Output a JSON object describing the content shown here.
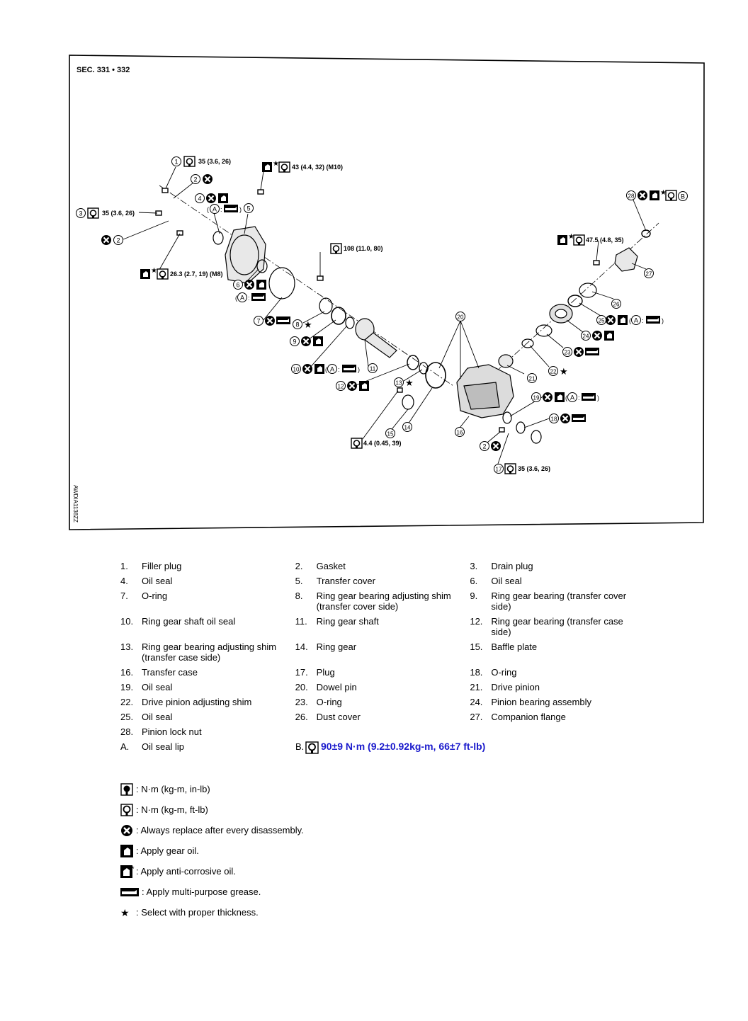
{
  "diagram": {
    "section": "SEC. 331 • 332",
    "figure_code": "AWDIA1138ZZ",
    "callouts": [
      {
        "n": "1",
        "torque": "35 (3.6, 26)"
      },
      {
        "n": "2",
        "torque": ""
      },
      {
        "n": "3",
        "torque": "35 (3.6, 26)"
      },
      {
        "n": "4",
        "torque": ""
      },
      {
        "n": "5",
        "torque": ""
      },
      {
        "n": "6",
        "torque": ""
      },
      {
        "n": "7",
        "torque": ""
      },
      {
        "n": "8",
        "torque": ""
      },
      {
        "n": "9",
        "torque": ""
      },
      {
        "n": "10",
        "torque": ""
      },
      {
        "n": "11",
        "torque": ""
      },
      {
        "n": "12",
        "torque": ""
      },
      {
        "n": "13",
        "torque": ""
      },
      {
        "n": "14",
        "torque": ""
      },
      {
        "n": "15",
        "torque": ""
      },
      {
        "n": "16",
        "torque": ""
      },
      {
        "n": "17",
        "torque": "35 (3.6, 26)"
      },
      {
        "n": "18",
        "torque": ""
      },
      {
        "n": "19",
        "torque": ""
      },
      {
        "n": "20",
        "torque": ""
      },
      {
        "n": "21",
        "torque": ""
      },
      {
        "n": "22",
        "torque": ""
      },
      {
        "n": "23",
        "torque": ""
      },
      {
        "n": "24",
        "torque": ""
      },
      {
        "n": "25",
        "torque": ""
      },
      {
        "n": "26",
        "torque": ""
      },
      {
        "n": "27",
        "torque": ""
      },
      {
        "n": "28",
        "torque": ""
      }
    ],
    "torque_labels": [
      "43 (4.4, 32) (M10)",
      "26.3 (2.7, 19) (M8)",
      "108 (11.0, 80)",
      "47.5 (4.8, 35)",
      "4.4 (0.45, 39)"
    ],
    "letter_a": "A",
    "letter_b": "B"
  },
  "parts": [
    [
      {
        "n": "1.",
        "t": "Filler plug"
      },
      {
        "n": "2.",
        "t": "Gasket"
      },
      {
        "n": "3.",
        "t": "Drain plug"
      }
    ],
    [
      {
        "n": "4.",
        "t": "Oil seal"
      },
      {
        "n": "5.",
        "t": "Transfer cover"
      },
      {
        "n": "6.",
        "t": "Oil seal"
      }
    ],
    [
      {
        "n": "7.",
        "t": "O-ring"
      },
      {
        "n": "8.",
        "t": "Ring gear bearing adjusting shim (transfer cover side)"
      },
      {
        "n": "9.",
        "t": "Ring gear bearing (transfer cover side)"
      }
    ],
    [
      {
        "n": "10.",
        "t": "Ring gear shaft oil seal"
      },
      {
        "n": "11.",
        "t": "Ring gear shaft"
      },
      {
        "n": "12.",
        "t": "Ring gear bearing (transfer case side)"
      }
    ],
    [
      {
        "n": "13.",
        "t": "Ring gear bearing adjusting shim (transfer case side)"
      },
      {
        "n": "14.",
        "t": "Ring gear"
      },
      {
        "n": "15.",
        "t": "Baffle plate"
      }
    ],
    [
      {
        "n": "16.",
        "t": "Transfer case"
      },
      {
        "n": "17.",
        "t": "Plug"
      },
      {
        "n": "18.",
        "t": "O-ring"
      }
    ],
    [
      {
        "n": "19.",
        "t": "Oil seal"
      },
      {
        "n": "20.",
        "t": "Dowel pin"
      },
      {
        "n": "21.",
        "t": "Drive pinion"
      }
    ],
    [
      {
        "n": "22.",
        "t": "Drive pinion adjusting shim"
      },
      {
        "n": "23.",
        "t": "O-ring"
      },
      {
        "n": "24.",
        "t": "Pinion bearing assembly"
      }
    ],
    [
      {
        "n": "25.",
        "t": "Oil seal"
      },
      {
        "n": "26.",
        "t": "Dust cover"
      },
      {
        "n": "27.",
        "t": "Companion flange"
      }
    ],
    [
      {
        "n": "28.",
        "t": "Pinion lock nut"
      }
    ]
  ],
  "item_a": {
    "n": "A.",
    "t": "Oil seal lip"
  },
  "item_b": {
    "n": "B.",
    "t": "90±9 N·m (9.2±0.92kg-m, 66±7 ft-lb)"
  },
  "key": [
    {
      "icon": "torque-inlb-icon",
      "t": ": N·m (kg-m, in-lb)"
    },
    {
      "icon": "torque-ftlb-icon",
      "t": ": N·m (kg-m, ft-lb)"
    },
    {
      "icon": "replace-icon",
      "t": ": Always replace after every disassembly."
    },
    {
      "icon": "gear-oil-icon",
      "t": ": Apply gear oil."
    },
    {
      "icon": "anticorrosive-oil-icon",
      "t": ": Apply anti-corrosive oil."
    },
    {
      "icon": "grease-icon",
      "t": ": Apply multi-purpose grease."
    },
    {
      "icon": "star-icon",
      "t": ": Select with proper thickness."
    }
  ],
  "colors": {
    "torque_b": "#1a1acc",
    "line": "#000000"
  }
}
